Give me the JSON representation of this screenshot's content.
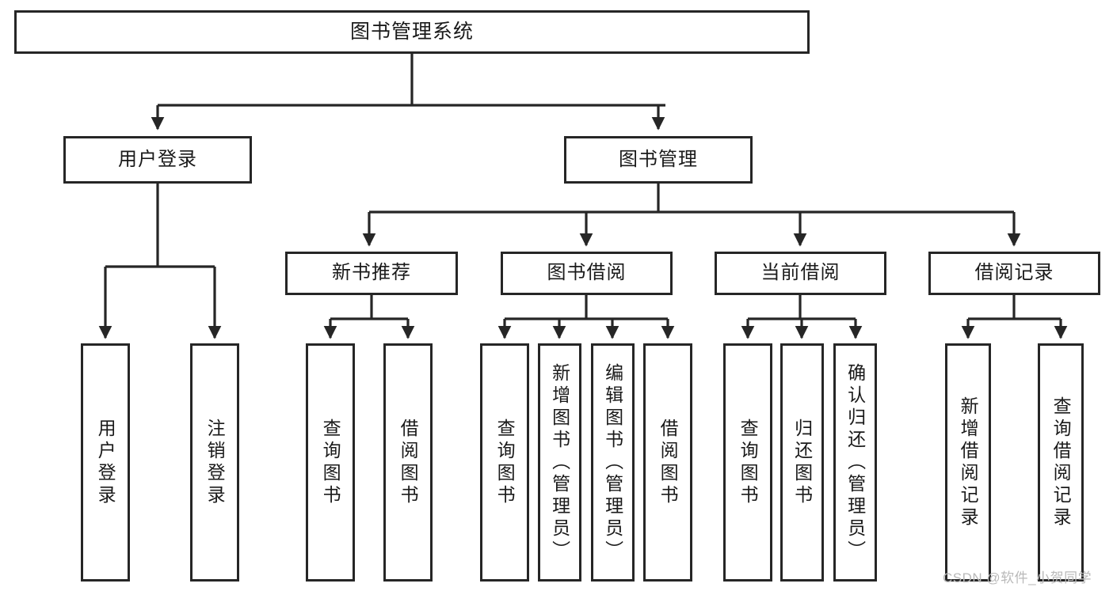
{
  "diagram": {
    "title": "图书管理系统",
    "type": "hierarchy-tree",
    "root": {
      "label": "图书管理系统"
    },
    "level2": [
      {
        "id": "user-login",
        "label": "用户登录"
      },
      {
        "id": "book-management",
        "label": "图书管理"
      }
    ],
    "level3": [
      {
        "id": "new-book-recommend",
        "label": "新书推荐",
        "parent": "book-management"
      },
      {
        "id": "book-borrow",
        "label": "图书借阅",
        "parent": "book-management"
      },
      {
        "id": "current-borrow",
        "label": "当前借阅",
        "parent": "book-management"
      },
      {
        "id": "borrow-record",
        "label": "借阅记录",
        "parent": "book-management"
      }
    ],
    "leaves": [
      {
        "id": "leaf-user-login",
        "label": "用户登录",
        "parent": "user-login"
      },
      {
        "id": "leaf-logout",
        "label": "注销登录",
        "parent": "user-login"
      },
      {
        "id": "leaf-query-book-1",
        "label": "查询图书",
        "parent": "new-book-recommend"
      },
      {
        "id": "leaf-borrow-book-1",
        "label": "借阅图书",
        "parent": "new-book-recommend"
      },
      {
        "id": "leaf-query-book-2",
        "label": "查询图书",
        "parent": "book-borrow"
      },
      {
        "id": "leaf-add-book",
        "label": "新增图书（管理员）",
        "parent": "book-borrow"
      },
      {
        "id": "leaf-edit-book",
        "label": "编辑图书（管理员）",
        "parent": "book-borrow"
      },
      {
        "id": "leaf-borrow-book-2",
        "label": "借阅图书",
        "parent": "book-borrow"
      },
      {
        "id": "leaf-query-book-3",
        "label": "查询图书",
        "parent": "current-borrow"
      },
      {
        "id": "leaf-return-book",
        "label": "归还图书",
        "parent": "current-borrow"
      },
      {
        "id": "leaf-confirm-return",
        "label": "确认归还（管理员）",
        "parent": "current-borrow"
      },
      {
        "id": "leaf-add-record",
        "label": "新增借阅记录",
        "parent": "borrow-record"
      },
      {
        "id": "leaf-query-record",
        "label": "查询借阅记录",
        "parent": "borrow-record"
      }
    ],
    "watermark": "CSDN @软件_小贺同学",
    "colors": {
      "stroke": "#262626",
      "fill": "#ffffff",
      "text": "#1a1a1a",
      "watermark": "#b9b9b9"
    }
  }
}
